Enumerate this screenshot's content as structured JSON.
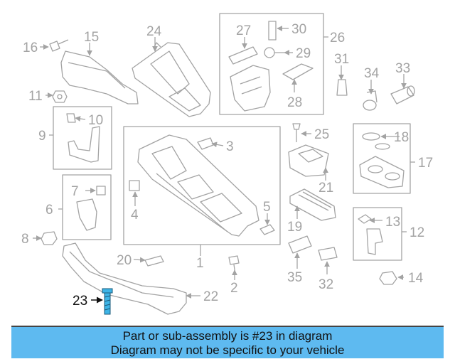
{
  "diagram": {
    "callouts": {
      "c1": "1",
      "c2": "2",
      "c3": "3",
      "c4": "4",
      "c5": "5",
      "c6": "6",
      "c7": "7",
      "c8": "8",
      "c9": "9",
      "c10": "10",
      "c11": "11",
      "c12": "12",
      "c13": "13",
      "c14": "14",
      "c15": "15",
      "c16": "16",
      "c17": "17",
      "c18": "18",
      "c19": "19",
      "c20": "20",
      "c21": "21",
      "c22": "22",
      "c23": "23",
      "c24": "24",
      "c25": "25",
      "c26": "26",
      "c27": "27",
      "c28": "28",
      "c29": "29",
      "c30": "30",
      "c31": "31",
      "c32": "32",
      "c33": "33",
      "c34": "34",
      "c35": "35"
    },
    "highlighted_part": "23"
  },
  "banner": {
    "line1": "Part or sub-assembly is #23 in diagram",
    "line2": "Diagram may not be specific to your vehicle"
  },
  "colors": {
    "linework": "#a3a3a3",
    "highlight_part": "#3db4e6",
    "banner_background": "#5ebaf0",
    "highlight_text": "#111111"
  }
}
